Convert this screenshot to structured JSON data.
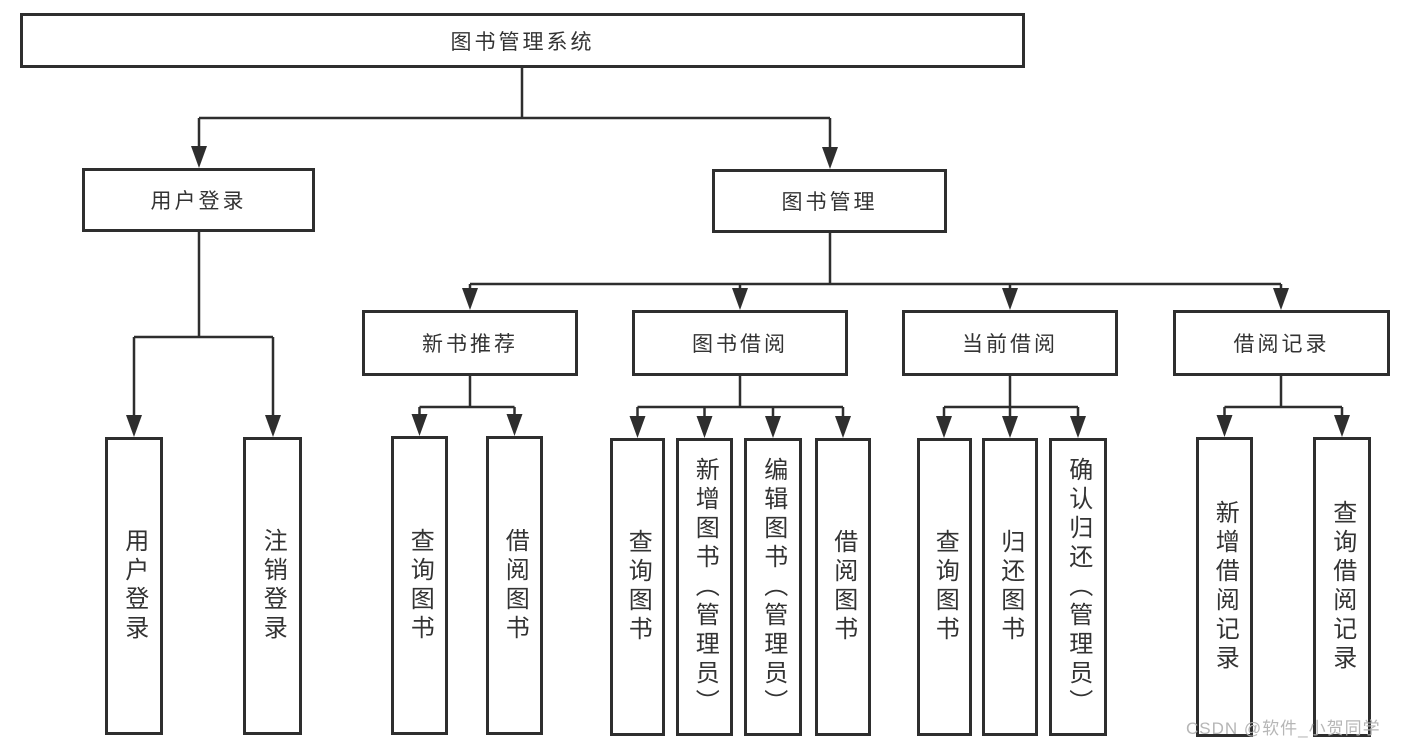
{
  "diagram": {
    "title": "图书管理系统",
    "level2": {
      "user_login": "用户登录",
      "book_mgmt": "图书管理"
    },
    "level3": {
      "new_books": "新书推荐",
      "book_borrow": "图书借阅",
      "current_borrow": "当前借阅",
      "borrow_records": "借阅记录"
    },
    "level4": {
      "user_login": [
        "用户登录",
        "注销登录"
      ],
      "new_books": [
        "查询图书",
        "借阅图书"
      ],
      "book_borrow": [
        "查询图书",
        "新增图书（管理员）",
        "编辑图书（管理员）",
        "借阅图书"
      ],
      "current_borrow": [
        "查询图书",
        "归还图书",
        "确认归还（管理员）"
      ],
      "borrow_records": [
        "新增借阅记录",
        "查询借阅记录"
      ]
    }
  },
  "watermark": {
    "text": "CSDN @软件_小贺同学"
  },
  "colors": {
    "line": "#2e2e2e",
    "box_border": "#2e2e2e",
    "text": "#333333",
    "watermark": "#b2b2b2",
    "background": "#ffffff"
  }
}
